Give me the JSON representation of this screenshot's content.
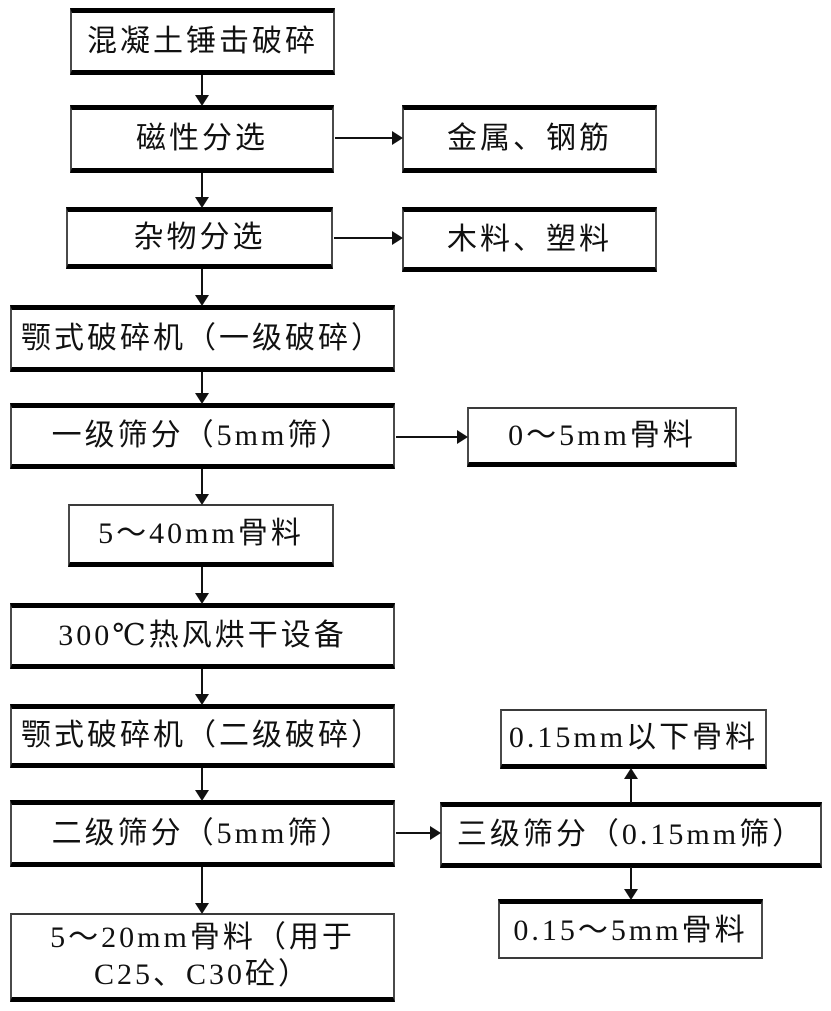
{
  "flow": {
    "main": [
      {
        "label": "混凝土锤击破碎"
      },
      {
        "label": "磁性分选"
      },
      {
        "label": "杂物分选"
      },
      {
        "label": "颚式破碎机（一级破碎）"
      },
      {
        "label": "一级筛分（5mm筛）"
      },
      {
        "label": "5～40mm骨料"
      },
      {
        "label": "300℃热风烘干设备"
      },
      {
        "label": "颚式破碎机（二级破碎）"
      },
      {
        "label": "二级筛分（5mm筛）"
      },
      {
        "lines": [
          "5～20mm骨料（用于",
          "C25、C30砼）"
        ]
      }
    ],
    "side": [
      {
        "label": "金属、钢筋"
      },
      {
        "label": "木料、塑料"
      },
      {
        "label": "0～5mm骨料"
      },
      {
        "label": "0.15mm以下骨料"
      },
      {
        "label": "三级筛分（0.15mm筛）"
      },
      {
        "label": "0.15～5mm骨料"
      }
    ],
    "colors": {
      "background": "#ffffff",
      "line": "#111111",
      "box_border": "#000000",
      "text": "#111111"
    }
  }
}
